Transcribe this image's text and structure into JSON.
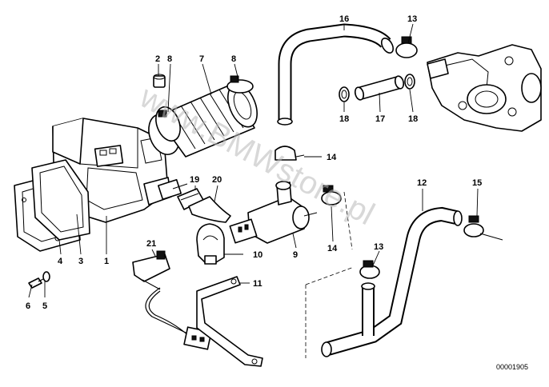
{
  "diagram": {
    "callouts": [
      "1",
      "2",
      "3",
      "4",
      "5",
      "6",
      "7",
      "8",
      "8",
      "9",
      "10",
      "11",
      "12",
      "13",
      "13",
      "14",
      "14",
      "15",
      "16",
      "17",
      "18",
      "18",
      "19",
      "20",
      "21"
    ],
    "document_number": "00001905",
    "watermark": "www.BMWstore.pl"
  },
  "colors": {
    "ink": "#000000",
    "paper": "#ffffff",
    "watermark": "#b9b9b9"
  }
}
